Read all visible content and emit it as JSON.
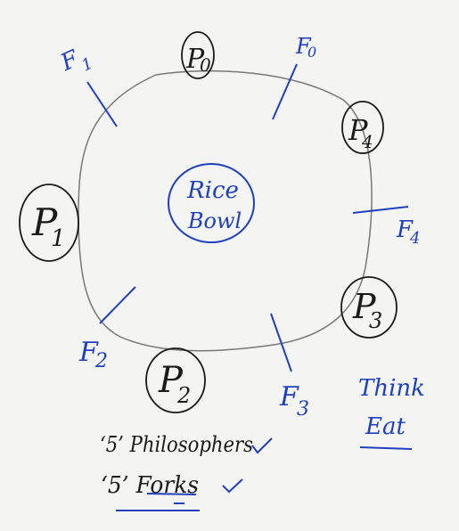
{
  "bowl": {
    "line1": "Rice",
    "line2": "Bowl"
  },
  "philosophers": [
    {
      "letter": "P",
      "index": "0"
    },
    {
      "letter": "P",
      "index": "1"
    },
    {
      "letter": "P",
      "index": "2"
    },
    {
      "letter": "P",
      "index": "3"
    },
    {
      "letter": "P",
      "index": "4"
    }
  ],
  "forks": [
    {
      "letter": "F",
      "index": "0"
    },
    {
      "letter": "F",
      "index": "1"
    },
    {
      "letter": "F",
      "index": "2"
    },
    {
      "letter": "F",
      "index": "3"
    },
    {
      "letter": "F",
      "index": "4"
    }
  ],
  "states": {
    "think": "Think",
    "eat": "Eat"
  },
  "notes": {
    "philosophers_line": "‘5’ Philosophers",
    "forks_line": "‘5’ Forks"
  },
  "colors": {
    "black_ink": "#1a1a1a",
    "blue_ink": "#1f3fbf",
    "table_line": "#777777"
  }
}
